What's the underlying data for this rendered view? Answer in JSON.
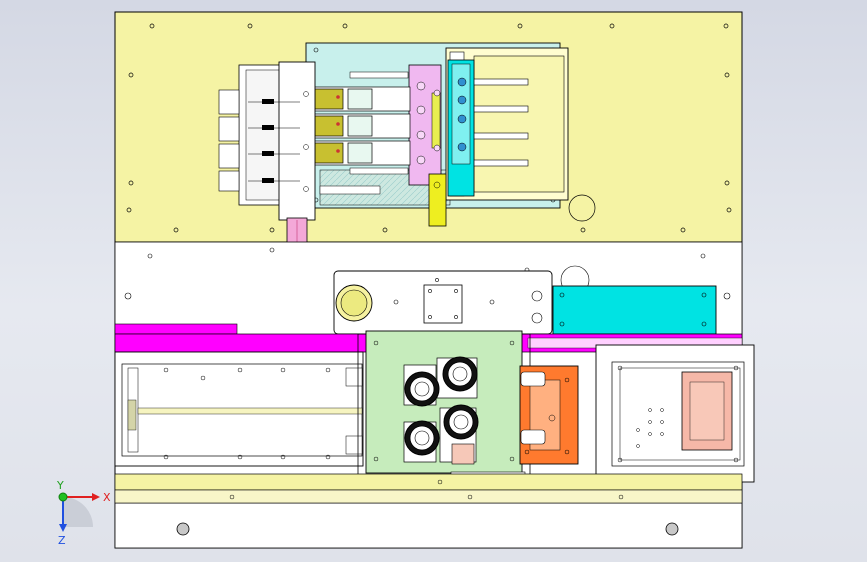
{
  "viewport": {
    "triad": {
      "x_label": "X",
      "y_label": "Y",
      "z_label": "Z"
    }
  },
  "colors": {
    "background": "#dde0e8",
    "top_plate": "#f5f3a4",
    "base_plate": "#ffffff",
    "magenta_rail": "#ff00ff",
    "light_blue_plate": "#c8f0ec",
    "cyan_box": "#00e3e3",
    "pink_block": "#f0b8f0",
    "light_green_plate": "#c6ecbc",
    "orange_fixture": "#ff7a2e",
    "salmon_block": "#f6b8a8",
    "olive_pads": "#c8c030",
    "yellow_arm": "#eeee20",
    "outline": "#000000"
  }
}
